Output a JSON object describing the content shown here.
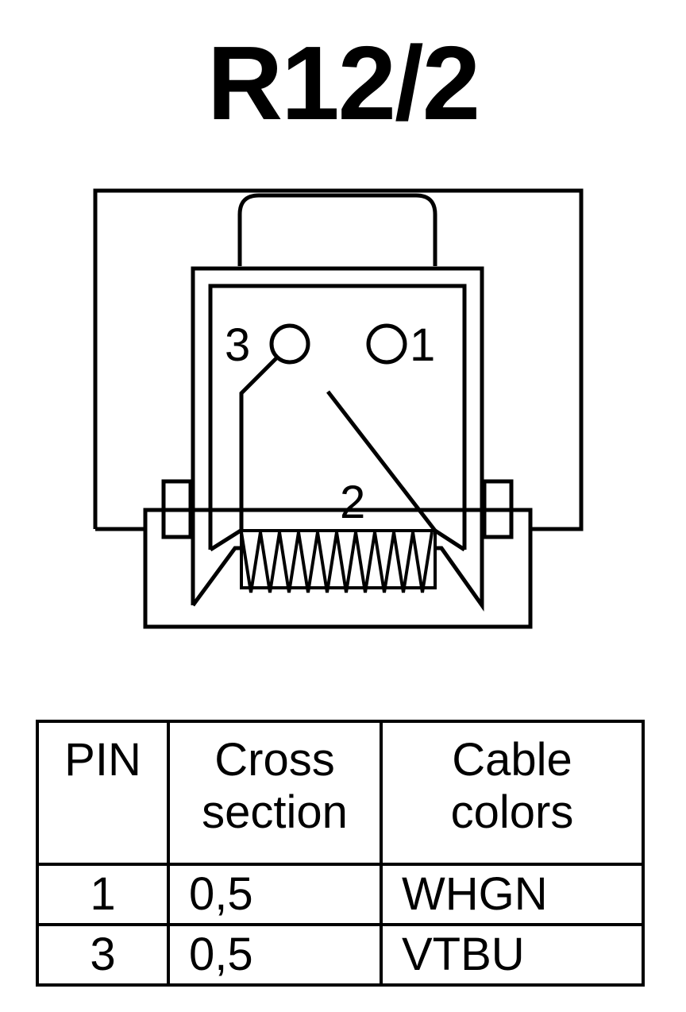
{
  "title": "R12/2",
  "diagram": {
    "pin_labels": [
      "3",
      "1",
      "2"
    ]
  },
  "table": {
    "headers": [
      {
        "lines": [
          "PIN"
        ]
      },
      {
        "lines": [
          "Cross",
          "section"
        ]
      },
      {
        "lines": [
          "Cable",
          "colors"
        ]
      }
    ],
    "rows": [
      {
        "pin": "1",
        "cross_section": "0,5",
        "cable_color": "WHGN"
      },
      {
        "pin": "3",
        "cross_section": "0,5",
        "cable_color": "VTBU"
      }
    ]
  }
}
